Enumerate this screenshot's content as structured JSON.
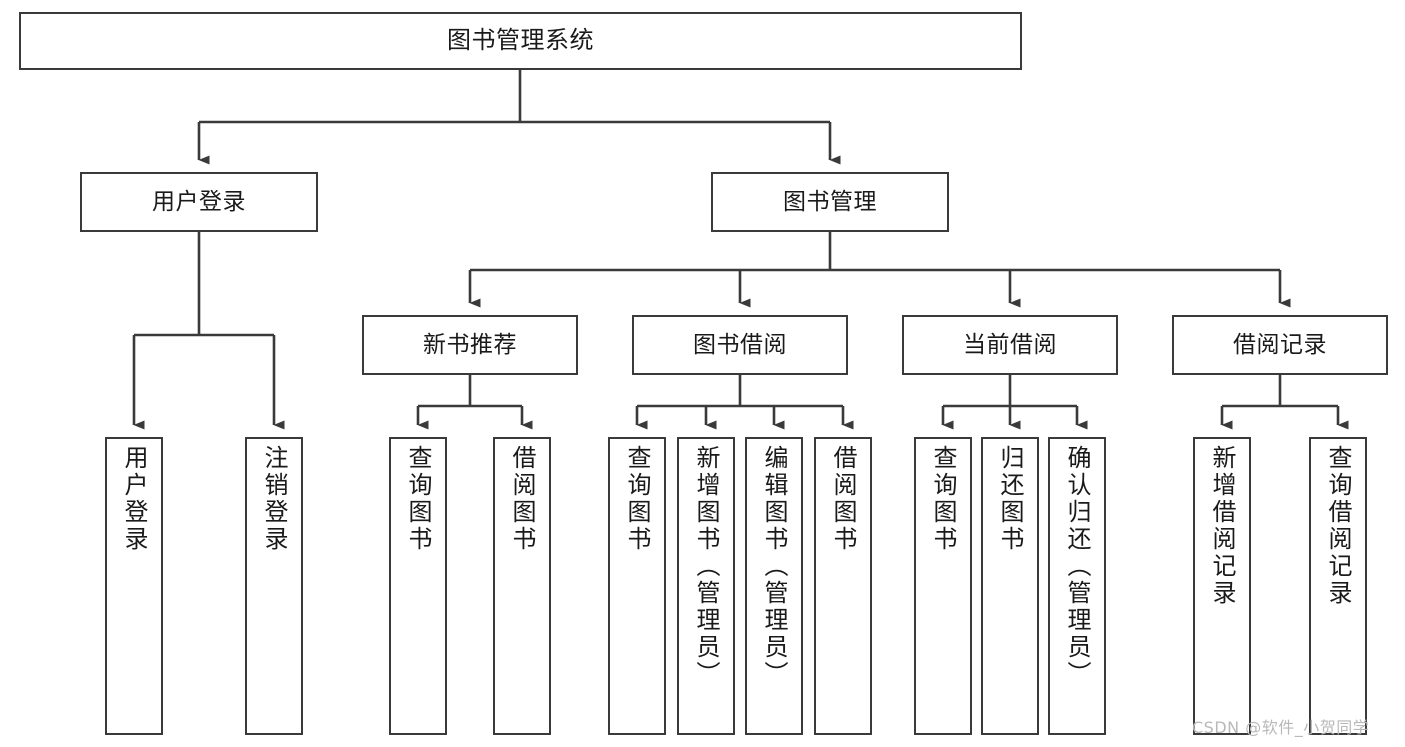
{
  "diagram": {
    "title": "图书管理系统",
    "type": "tree-hierarchy",
    "root": {
      "label": "图书管理系统"
    },
    "level2": [
      {
        "label": "用户登录"
      },
      {
        "label": "图书管理"
      }
    ],
    "level3": [
      {
        "label": "新书推荐"
      },
      {
        "label": "图书借阅"
      },
      {
        "label": "当前借阅"
      },
      {
        "label": "借阅记录"
      }
    ],
    "leaves": {
      "user_login": [
        {
          "label": "用户登录"
        },
        {
          "label": "注销登录"
        }
      ],
      "new_book_recommend": [
        {
          "label": "查询图书"
        },
        {
          "label": "借阅图书"
        }
      ],
      "book_borrow": [
        {
          "label": "查询图书"
        },
        {
          "label": "新增图书（管理员）"
        },
        {
          "label": "编辑图书（管理员）"
        },
        {
          "label": "借阅图书"
        }
      ],
      "current_borrow": [
        {
          "label": "查询图书"
        },
        {
          "label": "归还图书"
        },
        {
          "label": "确认归还（管理员）"
        }
      ],
      "borrow_record": [
        {
          "label": "新增借阅记录"
        },
        {
          "label": "查询借阅记录"
        }
      ]
    }
  },
  "watermark": {
    "text": "CSDN @软件_小贺同学"
  },
  "colors": {
    "stroke": "#3a3a3a",
    "box_fill": "#ffffff",
    "text": "#1a1a1a",
    "watermark": "#b9b9b9",
    "page_bg": "#ffffff"
  }
}
